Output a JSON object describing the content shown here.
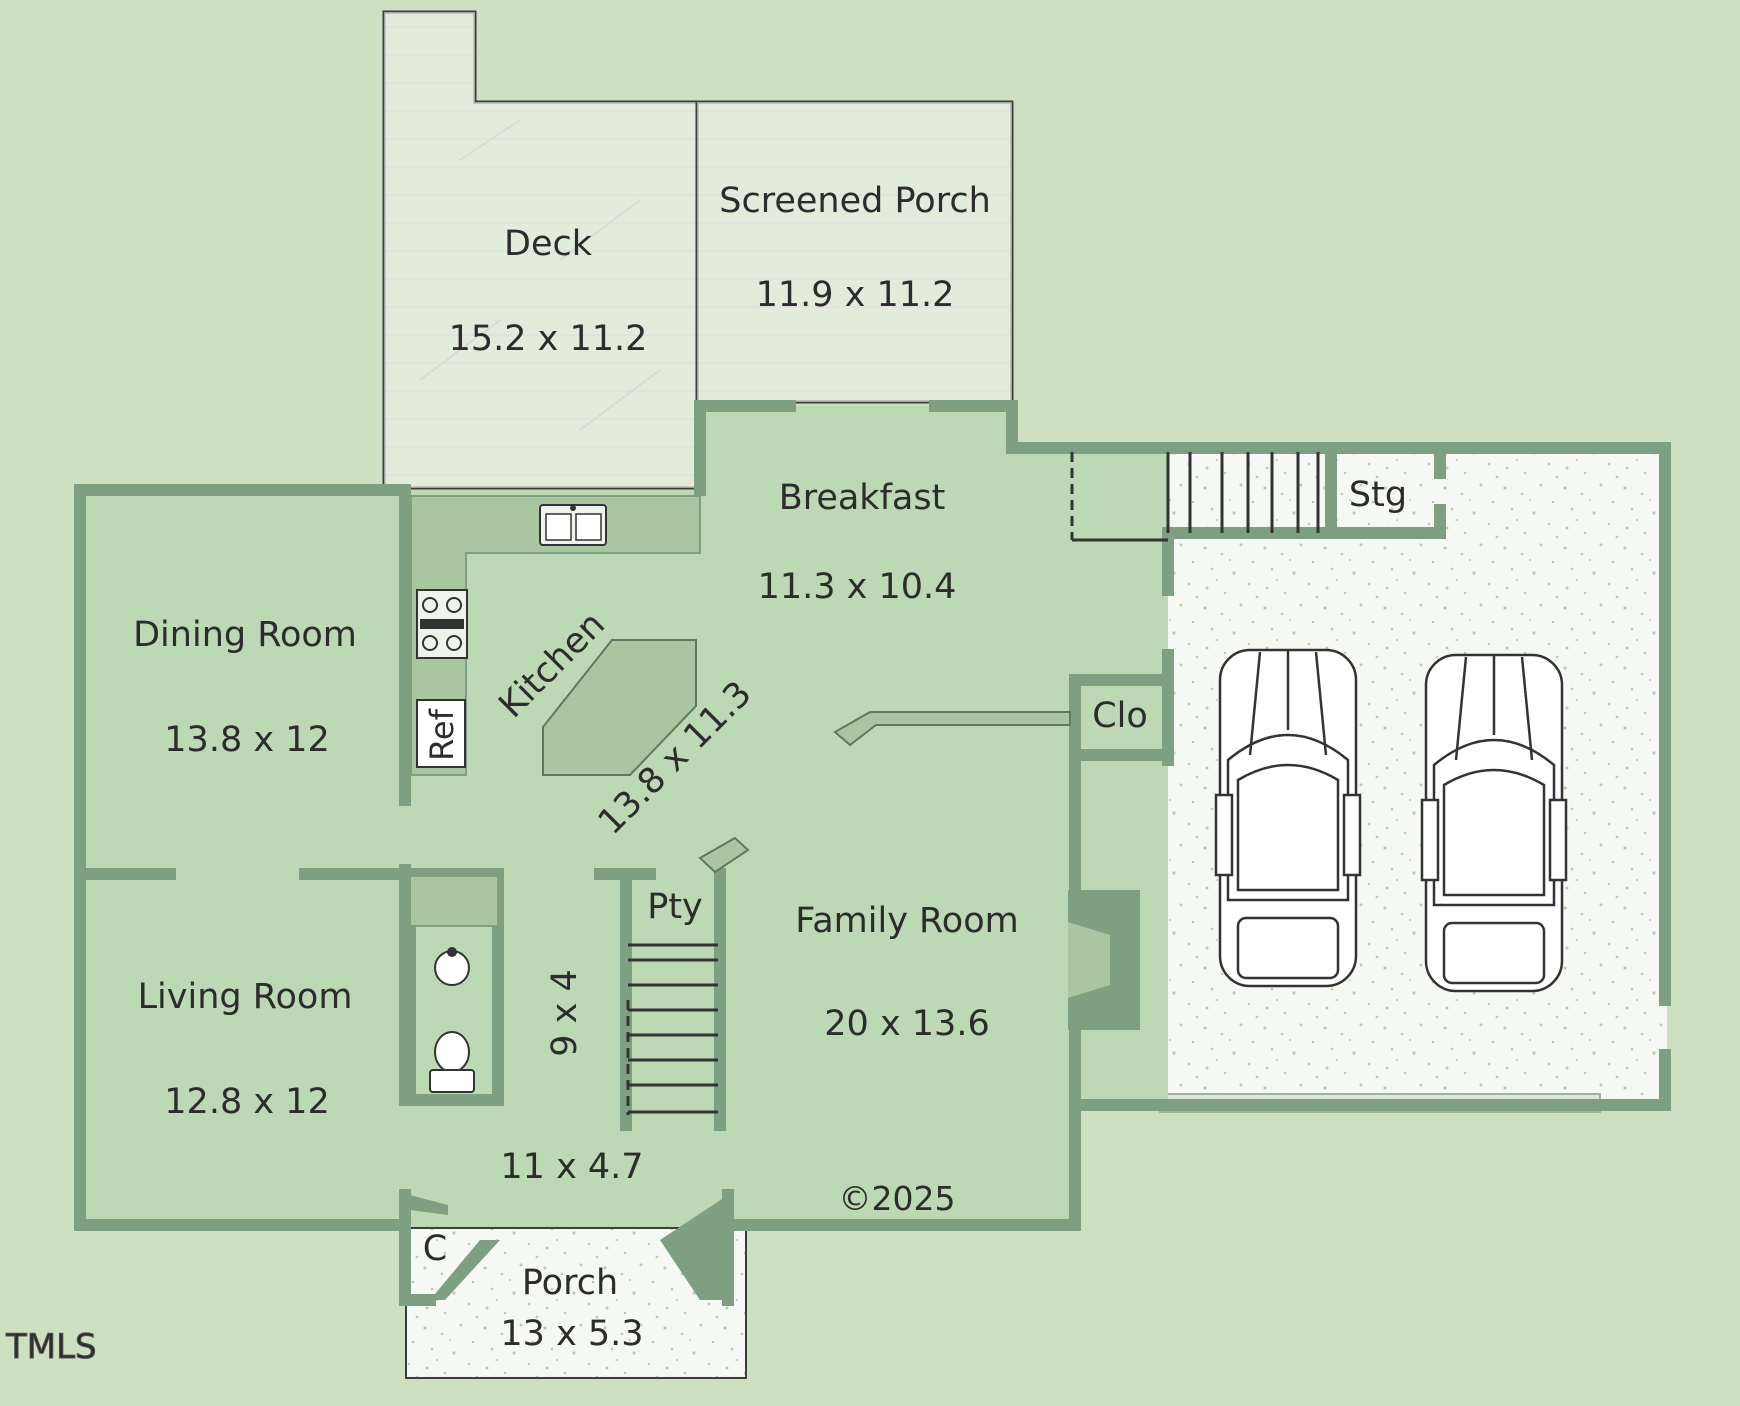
{
  "colors": {
    "background": "#cde0c2",
    "floor": "#bcd8b4",
    "wall": "#7f9f82",
    "deck": "#f4f6f1",
    "garage": "#f6f8f3",
    "island": "#a9c6a1",
    "line": "#3d3d3d"
  },
  "rooms": {
    "deck": {
      "name": "Deck",
      "size": "15.2 x 11.2"
    },
    "screened_porch": {
      "name": "Screened Porch",
      "size": "11.9 x 11.2"
    },
    "breakfast": {
      "name": "Breakfast",
      "size": "11.3 x 10.4"
    },
    "storage": {
      "name": "Stg"
    },
    "dining_room": {
      "name": "Dining Room",
      "size": "13.8 x 12"
    },
    "kitchen": {
      "name": "Kitchen",
      "size": "13.8 x 11.3"
    },
    "refrigerator": {
      "name": "Ref"
    },
    "closet": {
      "name": "Clo"
    },
    "living_room": {
      "name": "Living Room",
      "size": "12.8 x 12"
    },
    "pantry": {
      "name": "Pty"
    },
    "half_bath": {
      "size": "9 x 4"
    },
    "family_room": {
      "name": "Family Room",
      "size": "20 x 13.6"
    },
    "foyer": {
      "size": "11 x 4.7"
    },
    "coat_closet": {
      "name": "C"
    },
    "porch": {
      "name": "Porch",
      "size": "13 x 5.3"
    }
  },
  "copyright": "©2025",
  "watermark": "TMLS",
  "icons": {
    "sink": "sink-icon",
    "range": "range-icon",
    "toilet": "toilet-icon",
    "lavatory": "lavatory-icon",
    "car": "car-icon"
  }
}
